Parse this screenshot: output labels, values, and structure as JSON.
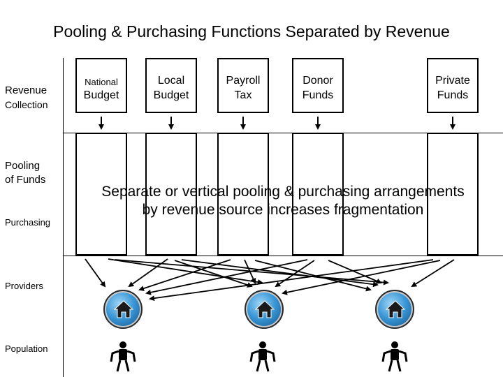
{
  "title": "Pooling & Purchasing Functions Separated by Revenue",
  "rows": {
    "revenue": "Revenue",
    "collection": "Collection",
    "pooling": "Pooling",
    "of_funds": "of Funds",
    "purchasing": "Purchasing",
    "providers": "Providers",
    "population": "Population"
  },
  "sources": [
    {
      "line1": "National",
      "line2": "Budget"
    },
    {
      "line1": "Local",
      "line2": "Budget"
    },
    {
      "line1": "Payroll",
      "line2": "Tax"
    },
    {
      "line1": "Donor",
      "line2": "Funds"
    },
    {
      "line1": "Private",
      "line2": "Funds"
    }
  ],
  "caption": {
    "line1": "Separate or vertical pooling & purchasing arrangements",
    "line2": "by revenue source increases fragmentation"
  },
  "icons": {
    "provider": "house-icon",
    "population": "person-icon"
  },
  "colors": {
    "provider_globe": "#3a97d6"
  }
}
